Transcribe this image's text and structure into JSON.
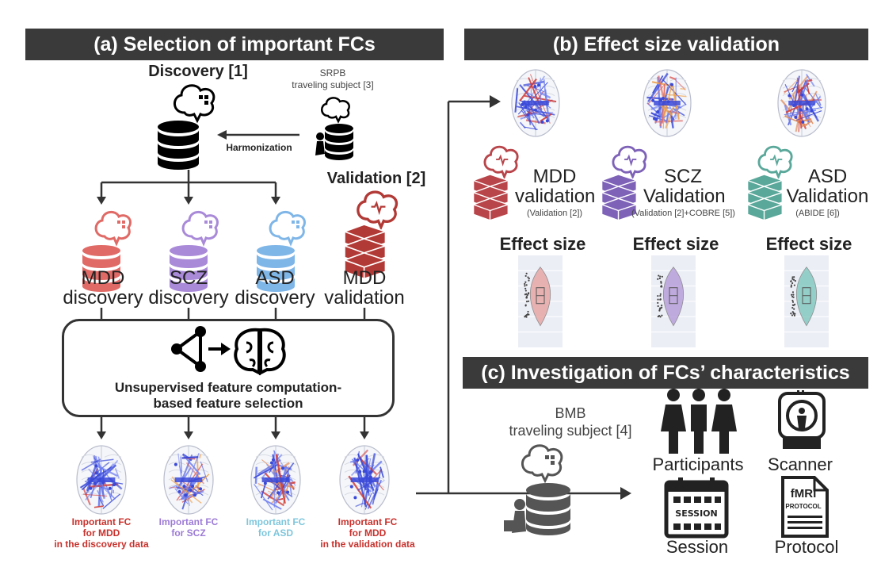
{
  "section_a": {
    "title": "(a) Selection of important FCs",
    "discovery": "Discovery [1]",
    "srpb": "SRPB",
    "srpb_sub": "traveling subject [3]",
    "harmonization": "Harmonization",
    "validation": "Validation [2]",
    "datasets": [
      {
        "line1": "MDD",
        "line2": "discovery",
        "color": "#e06a66"
      },
      {
        "line1": "SCZ",
        "line2": "discovery",
        "color": "#a98ad9"
      },
      {
        "line1": "ASD",
        "line2": "discovery",
        "color": "#7fb6e8"
      },
      {
        "line1": "MDD",
        "line2": "validation",
        "color": "#b23a36"
      }
    ],
    "process_line1": "Unsupervised feature computation-",
    "process_line2": "based feature selection",
    "outputs": [
      {
        "lines": [
          "Important FC",
          "for MDD",
          "in the discovery data"
        ],
        "color": "#c8312c"
      },
      {
        "lines": [
          "Important FC",
          "for SCZ"
        ],
        "color": "#9c7bd6"
      },
      {
        "lines": [
          "Important FC",
          "for ASD"
        ],
        "color": "#7ec6dc"
      },
      {
        "lines": [
          "Important FC",
          "for MDD",
          "in the validation data"
        ],
        "color": "#c8312c"
      }
    ]
  },
  "section_b": {
    "title": "(b) Effect size validation",
    "groups": [
      {
        "line1": "MDD",
        "line2": "validation",
        "note": "(Validation [2])",
        "color": "#b8454a"
      },
      {
        "line1": "SCZ",
        "line2": "Validation",
        "note": "(Validation [2]+COBRE [5])",
        "color": "#7e62b8"
      },
      {
        "line1": "ASD",
        "line2": "Validation",
        "note": "(ABIDE [6])",
        "color": "#5aa89a"
      }
    ],
    "effect_label": "Effect size",
    "violins": [
      "#e7a3a0",
      "#b59ad9",
      "#7fc7bd"
    ]
  },
  "section_c": {
    "title": "(c) Investigation of FCs’ characteristics",
    "bmb": "BMB",
    "bmb_sub": "traveling subject [4]",
    "items": [
      "Participants",
      "Scanner",
      "Session",
      "Protocol"
    ],
    "session_word": "SESSION",
    "fmri_word": "fMRI",
    "protocol_word": "PROTOCOL"
  }
}
